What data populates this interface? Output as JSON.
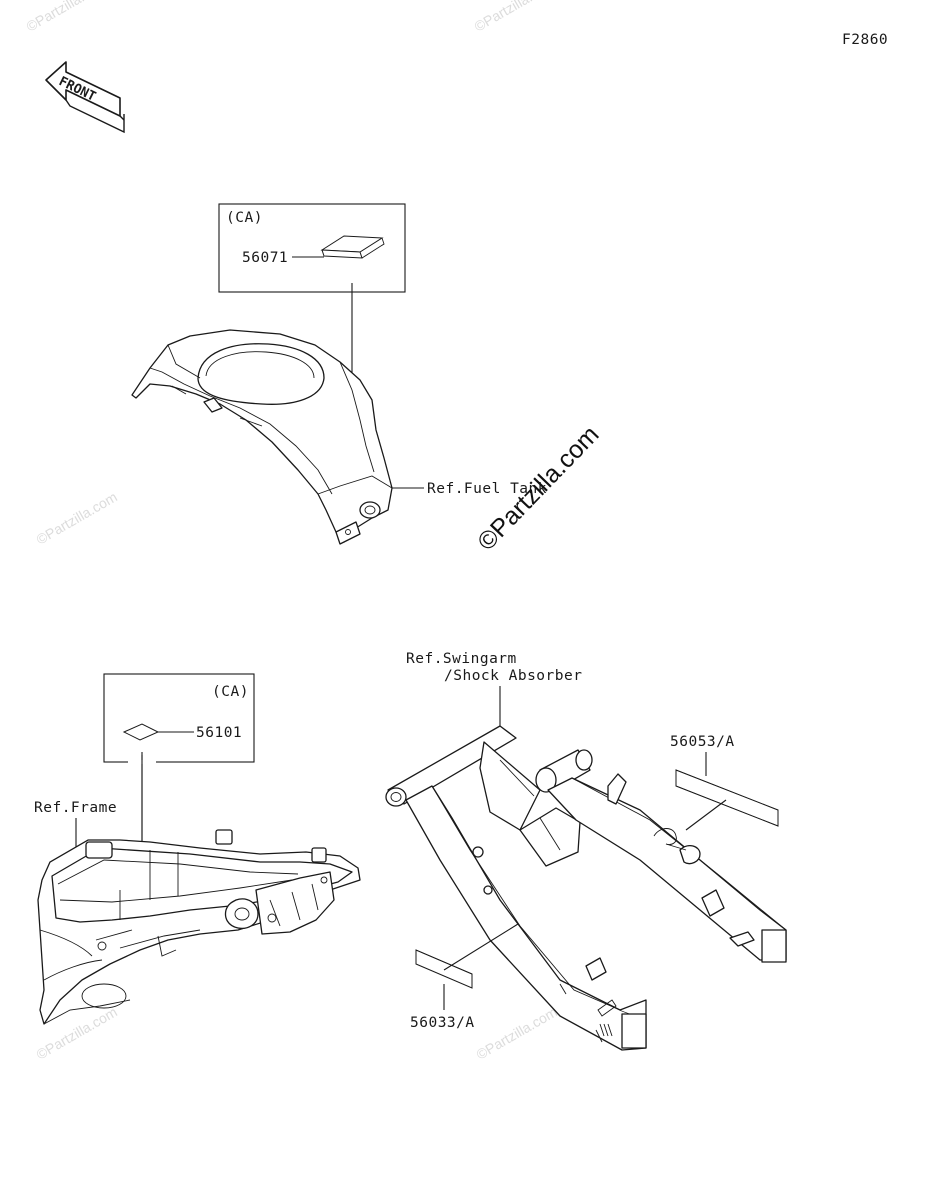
{
  "diagram_code": "F2860",
  "front_arrow": {
    "label": "FRONT",
    "icon": "front-direction-arrow-icon"
  },
  "watermark": {
    "small": "©Partzilla.com",
    "large": "©Partzilla.com"
  },
  "groups": {
    "tank_cover": {
      "region": "(CA)",
      "part_number": "56071",
      "reference": "Ref.Fuel Tank"
    },
    "frame": {
      "region": "(CA)",
      "part_number": "56101",
      "reference": "Ref.Frame"
    },
    "swingarm": {
      "reference_line1": "Ref.Swingarm",
      "reference_line2": "/Shock Absorber",
      "part_number_upper": "56053/A",
      "part_number_lower": "56033/A"
    }
  }
}
